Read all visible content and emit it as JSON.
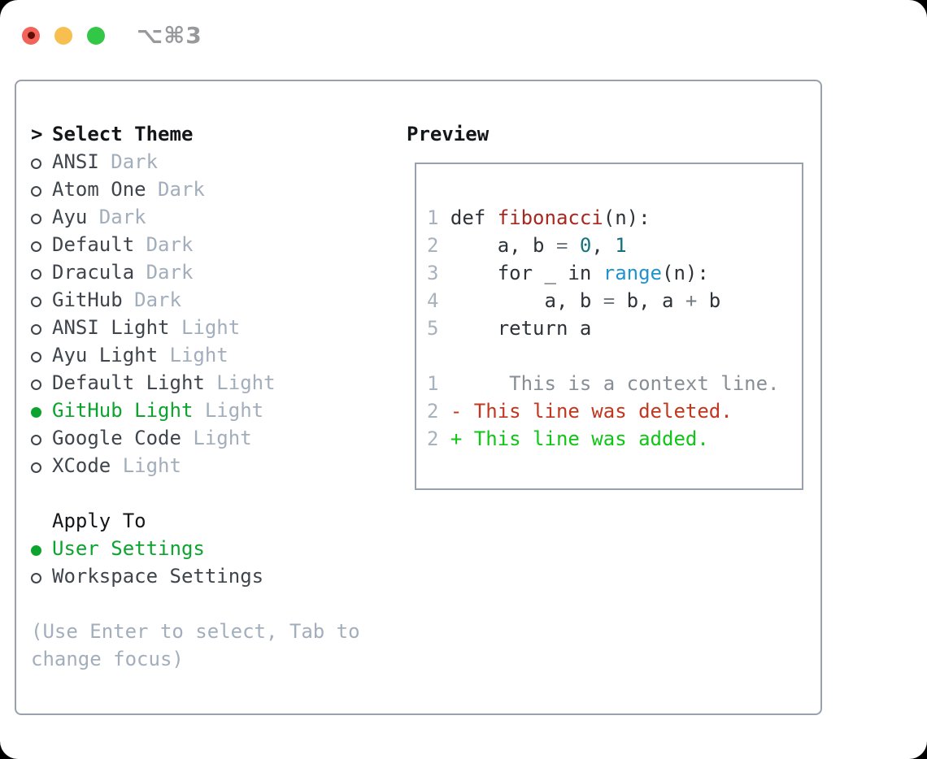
{
  "window": {
    "titlebar": {
      "shortcut_label": "⌥⌘3",
      "traffic_lights": [
        "close",
        "minimize",
        "zoom"
      ]
    }
  },
  "theme_panel": {
    "prompt": ">",
    "heading": "Select Theme",
    "themes": [
      {
        "name": "ANSI",
        "variant": "Dark",
        "selected": false
      },
      {
        "name": "Atom One",
        "variant": "Dark",
        "selected": false
      },
      {
        "name": "Ayu",
        "variant": "Dark",
        "selected": false
      },
      {
        "name": "Default",
        "variant": "Dark",
        "selected": false
      },
      {
        "name": "Dracula",
        "variant": "Dark",
        "selected": false
      },
      {
        "name": "GitHub",
        "variant": "Dark",
        "selected": false
      },
      {
        "name": "ANSI Light",
        "variant": "Light",
        "selected": false
      },
      {
        "name": "Ayu Light",
        "variant": "Light",
        "selected": false
      },
      {
        "name": "Default Light",
        "variant": "Light",
        "selected": false
      },
      {
        "name": "GitHub Light",
        "variant": "Light",
        "selected": true
      },
      {
        "name": "Google Code",
        "variant": "Light",
        "selected": false
      },
      {
        "name": "XCode",
        "variant": "Light",
        "selected": false
      }
    ],
    "apply_to": {
      "heading": "Apply To",
      "options": [
        {
          "name": "User Settings",
          "selected": true
        },
        {
          "name": "Workspace Settings",
          "selected": false
        }
      ]
    },
    "hint": [
      "(Use Enter to select, Tab to",
      "change focus)"
    ]
  },
  "preview": {
    "heading": "Preview",
    "lines": [
      {
        "number": "1",
        "segments": [
          {
            "text": "def ",
            "style": "code"
          },
          {
            "text": "fibonacci",
            "style": "func"
          },
          {
            "text": "(n):",
            "style": "code"
          }
        ]
      },
      {
        "number": "2",
        "segments": [
          {
            "text": "    a, b ",
            "style": "code"
          },
          {
            "text": "=",
            "style": "op"
          },
          {
            "text": " ",
            "style": "code"
          },
          {
            "text": "0",
            "style": "num"
          },
          {
            "text": ", ",
            "style": "code"
          },
          {
            "text": "1",
            "style": "num"
          }
        ]
      },
      {
        "number": "3",
        "segments": [
          {
            "text": "    for _ in ",
            "style": "code"
          },
          {
            "text": "range",
            "style": "builtin"
          },
          {
            "text": "(n):",
            "style": "code"
          }
        ]
      },
      {
        "number": "4",
        "segments": [
          {
            "text": "        a, b ",
            "style": "code"
          },
          {
            "text": "=",
            "style": "op"
          },
          {
            "text": " b, a ",
            "style": "code"
          },
          {
            "text": "+",
            "style": "op"
          },
          {
            "text": " b",
            "style": "code"
          }
        ]
      },
      {
        "number": "5",
        "segments": [
          {
            "text": "    return a",
            "style": "code"
          }
        ]
      },
      {
        "number": "",
        "segments": []
      },
      {
        "number": "1",
        "segments": [
          {
            "text": "     This is a context line.",
            "style": "context"
          }
        ]
      },
      {
        "number": "2",
        "segments": [
          {
            "text": "- This line was deleted.",
            "style": "deleted"
          }
        ]
      },
      {
        "number": "2",
        "segments": [
          {
            "text": "+ This line was added.",
            "style": "added"
          }
        ]
      }
    ]
  },
  "colors": {
    "accent_green": "#0ca42f",
    "syntax_func": "#a8271f",
    "syntax_number": "#12737f",
    "syntax_builtin": "#2093ce",
    "syntax_operator": "#747d86",
    "code_text": "#2d3339",
    "context_text": "#878e96",
    "deleted_text": "#c2371e",
    "added_text": "#0fc515",
    "line_number": "#a8b2bd",
    "muted_text": "#a3aebc",
    "item_text": "#3f454c",
    "heading_text": "#14171a",
    "border": "#98a1ad",
    "traffic_red": "#f2635a",
    "traffic_red_dot": "#5e0e04",
    "traffic_yellow": "#f6bf4f",
    "traffic_green": "#33c748",
    "title_text": "#97999c"
  }
}
